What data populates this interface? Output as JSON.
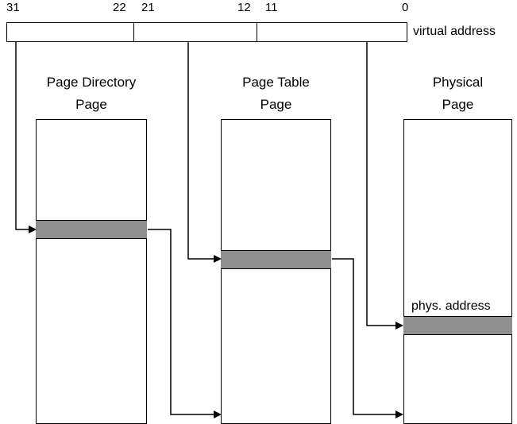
{
  "colors": {
    "highlight": "#8f8f8f",
    "line": "#000000",
    "background": "#ffffff"
  },
  "virtual_address": {
    "label": "virtual address",
    "bit_labels": [
      "31",
      "22",
      "21",
      "12",
      "11",
      "0"
    ]
  },
  "pages": {
    "directory": {
      "title_line1": "Page Directory",
      "title_line2": "Page"
    },
    "table": {
      "title_line1": "Page Table",
      "title_line2": "Page"
    },
    "physical": {
      "title_line1": "Physical",
      "title_line2": "Page",
      "entry_label": "phys. address"
    }
  }
}
